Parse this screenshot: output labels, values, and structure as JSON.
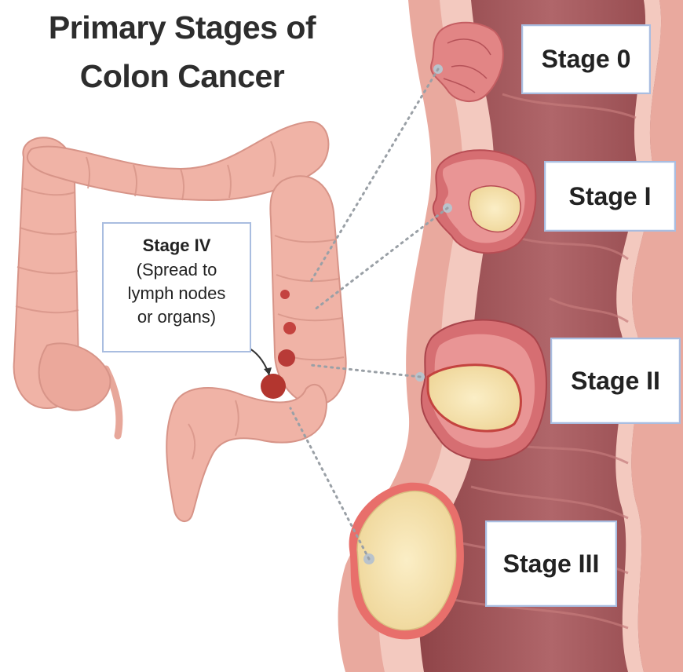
{
  "title": {
    "line1": "Primary Stages of",
    "line2": "Colon Cancer"
  },
  "stages": {
    "stage0": "Stage 0",
    "stage1": "Stage I",
    "stage2": "Stage II",
    "stage3": "Stage III",
    "stage4": {
      "label": "Stage IV",
      "line1": "(Spread to",
      "line2": "lymph nodes",
      "line3": "or organs)"
    }
  },
  "colors": {
    "colon": "#f0b3a6",
    "colon_dark": "#d78f83",
    "wall_outer": "#e8a79c",
    "lumen": "#a8585a",
    "tumor": "#f6e3ad",
    "lesion": "#c4433f",
    "box_border": "#a9bde0"
  }
}
